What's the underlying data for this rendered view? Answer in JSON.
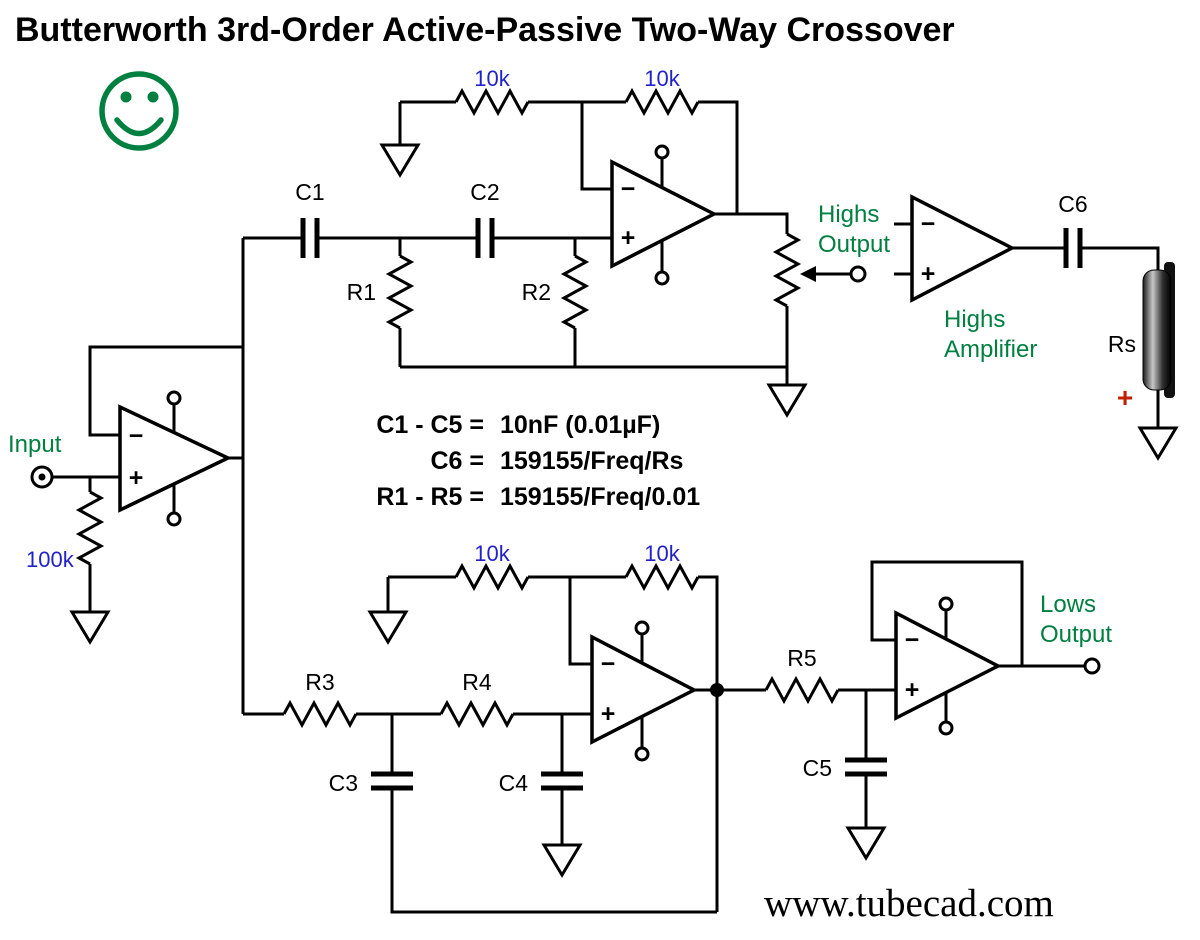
{
  "title": "Butterworth 3rd-Order Active-Passive Two-Way Crossover",
  "colors": {
    "label_green": "#008040",
    "value_blue": "#2222CC",
    "polarity_red": "#C02000",
    "wire_black": "#000000",
    "background": "#FFFFFF"
  },
  "opamp": {
    "minus": "−",
    "plus": "+"
  },
  "input_section": {
    "label": "Input",
    "resistor": "100k"
  },
  "highpass": {
    "c1": "C1",
    "c2": "C2",
    "r1": "R1",
    "r2": "R2",
    "fb_resistor_1": "10k",
    "fb_resistor_2": "10k",
    "output_line1": "Highs",
    "output_line2": "Output"
  },
  "highs_amp": {
    "label_line1": "Highs",
    "label_line2": "Amplifier",
    "c6": "C6",
    "rs": "Rs",
    "polarity": "+"
  },
  "formulas": [
    {
      "lhs": "C1 - C5 =",
      "rhs": "10nF (0.01µF)"
    },
    {
      "lhs": "C6 =",
      "rhs": "159155/Freq/Rs"
    },
    {
      "lhs": "R1 - R5 =",
      "rhs": "159155/Freq/0.01"
    }
  ],
  "lowpass": {
    "r3": "R3",
    "r4": "R4",
    "c3": "C3",
    "c4": "C4",
    "fb_resistor_1": "10k",
    "fb_resistor_2": "10k",
    "r5": "R5",
    "c5": "C5",
    "output_line1": "Lows",
    "output_line2": "Output"
  },
  "footer": {
    "website": "www.tubecad.com"
  }
}
